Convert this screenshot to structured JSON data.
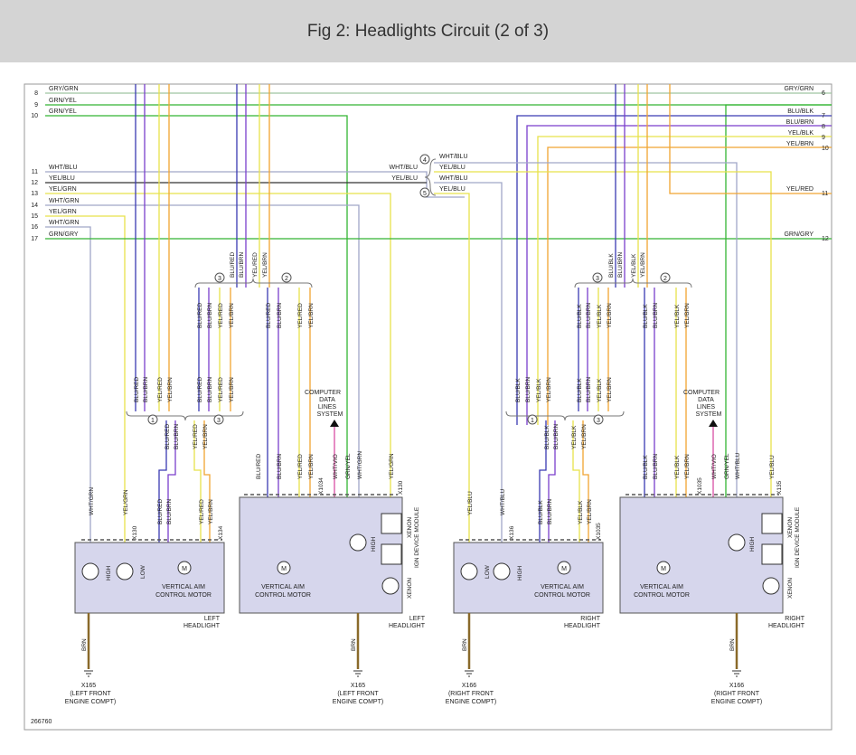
{
  "header": {
    "title": "Fig 2: Headlights Circuit (2 of 3)"
  },
  "figure_number": "266760",
  "left_pins": {
    "p8": "8",
    "p9": "9",
    "p10": "10",
    "p11": "11",
    "p12": "12",
    "p13": "13",
    "p14": "14",
    "p15": "15",
    "p16": "16",
    "p17": "17"
  },
  "right_pins": {
    "p6": "6",
    "p7": "7",
    "p8": "8",
    "p9": "9",
    "p10": "10",
    "p11": "11",
    "p12": "12"
  },
  "wire_labels": {
    "gry_grn": "GRY/GRN",
    "grn_yel": "GRN/YEL",
    "wht_blu": "WHT/BLU",
    "yel_blu": "YEL/BLU",
    "yel_grn": "YEL/GRN",
    "wht_grn": "WHT/GRN",
    "grn_gry": "GRN/GRY",
    "blu_blk": "BLU/BLK",
    "blu_brn": "BLU/BRN",
    "yel_blk": "YEL/BLK",
    "yel_brn": "YEL/BRN",
    "yel_red": "YEL/RED",
    "blu_red": "BLU/RED",
    "wht_vio": "WHT/VIO",
    "brn": "BRN"
  },
  "bubbles": {
    "b1": "1",
    "b2": "2",
    "b3": "3",
    "b4": "4",
    "b5": "5"
  },
  "cds": {
    "l1": "COMPUTER",
    "l2": "DATA",
    "l3": "LINES",
    "l4": "SYSTEM"
  },
  "connectors": {
    "x130": "X130",
    "x134": "X134",
    "x1034": "X1034",
    "x135": "X135",
    "x136": "X136",
    "x1035": "X1035"
  },
  "components": {
    "vertical_aim": "VERTICAL AIM",
    "control_motor": "CONTROL MOTOR",
    "left": "LEFT",
    "right": "RIGHT",
    "headlight": "HEADLIGHT",
    "high": "HIGH",
    "low": "LOW",
    "xenon": "XENON",
    "ign_device_module": "IGN DEVICE MODULE",
    "motor": "M"
  },
  "grounds": {
    "x165": "X165",
    "x166": "X166",
    "left_front": "(LEFT FRONT",
    "right_front": "(RIGHT FRONT",
    "engine_compt": "ENGINE COMPT)"
  },
  "colors": {
    "green": "#33b533",
    "yellow": "#e8e24a",
    "orange": "#f0a531",
    "blue": "#3a3ab2",
    "purple": "#7a3fcc",
    "gray": "#a0a6c8",
    "dark": "#333333",
    "pink": "#d94fa3",
    "brown": "#8a6a2a",
    "box": "#d6d6ec"
  }
}
